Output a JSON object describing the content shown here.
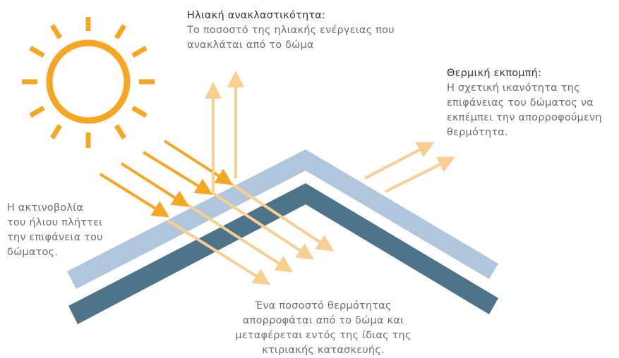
{
  "colors": {
    "sun": "#f5a623",
    "incoming_ray": "#f5a623",
    "pale_ray": "#f8cf8e",
    "roof_outer": "#b0c6dc",
    "roof_inner": "#4e7489",
    "text": "#6e6e6e",
    "heading": "#333333"
  },
  "icons": {
    "sun": "sun-icon"
  },
  "labels": {
    "reflectance": {
      "title": "Ηλιακή ανακλαστικότητα:",
      "lines": [
        "Το ποσοστό της ηλιακής ενέργειας που",
        "ανακλάται από το δώμα"
      ]
    },
    "emittance": {
      "title": "Θερμική εκπομπή:",
      "lines": [
        "Η σχετική ικανότητα της",
        "επιφάνειας του δώματος να",
        "εκπέμπει την απορροφούμενη",
        "θερμότητα."
      ]
    },
    "radiation": {
      "lines": [
        "Η ακτινοβολία",
        "του ήλιου πλήττει",
        "την επιφάνεια του",
        "δώματος."
      ]
    },
    "absorption": {
      "lines": [
        "Ένα ποσοστό θερμότητας",
        "απορροφάται από το δώμα και",
        "μεταφέρεται εντός της ίδιας της",
        "κτιριακής κατασκευής."
      ]
    }
  }
}
